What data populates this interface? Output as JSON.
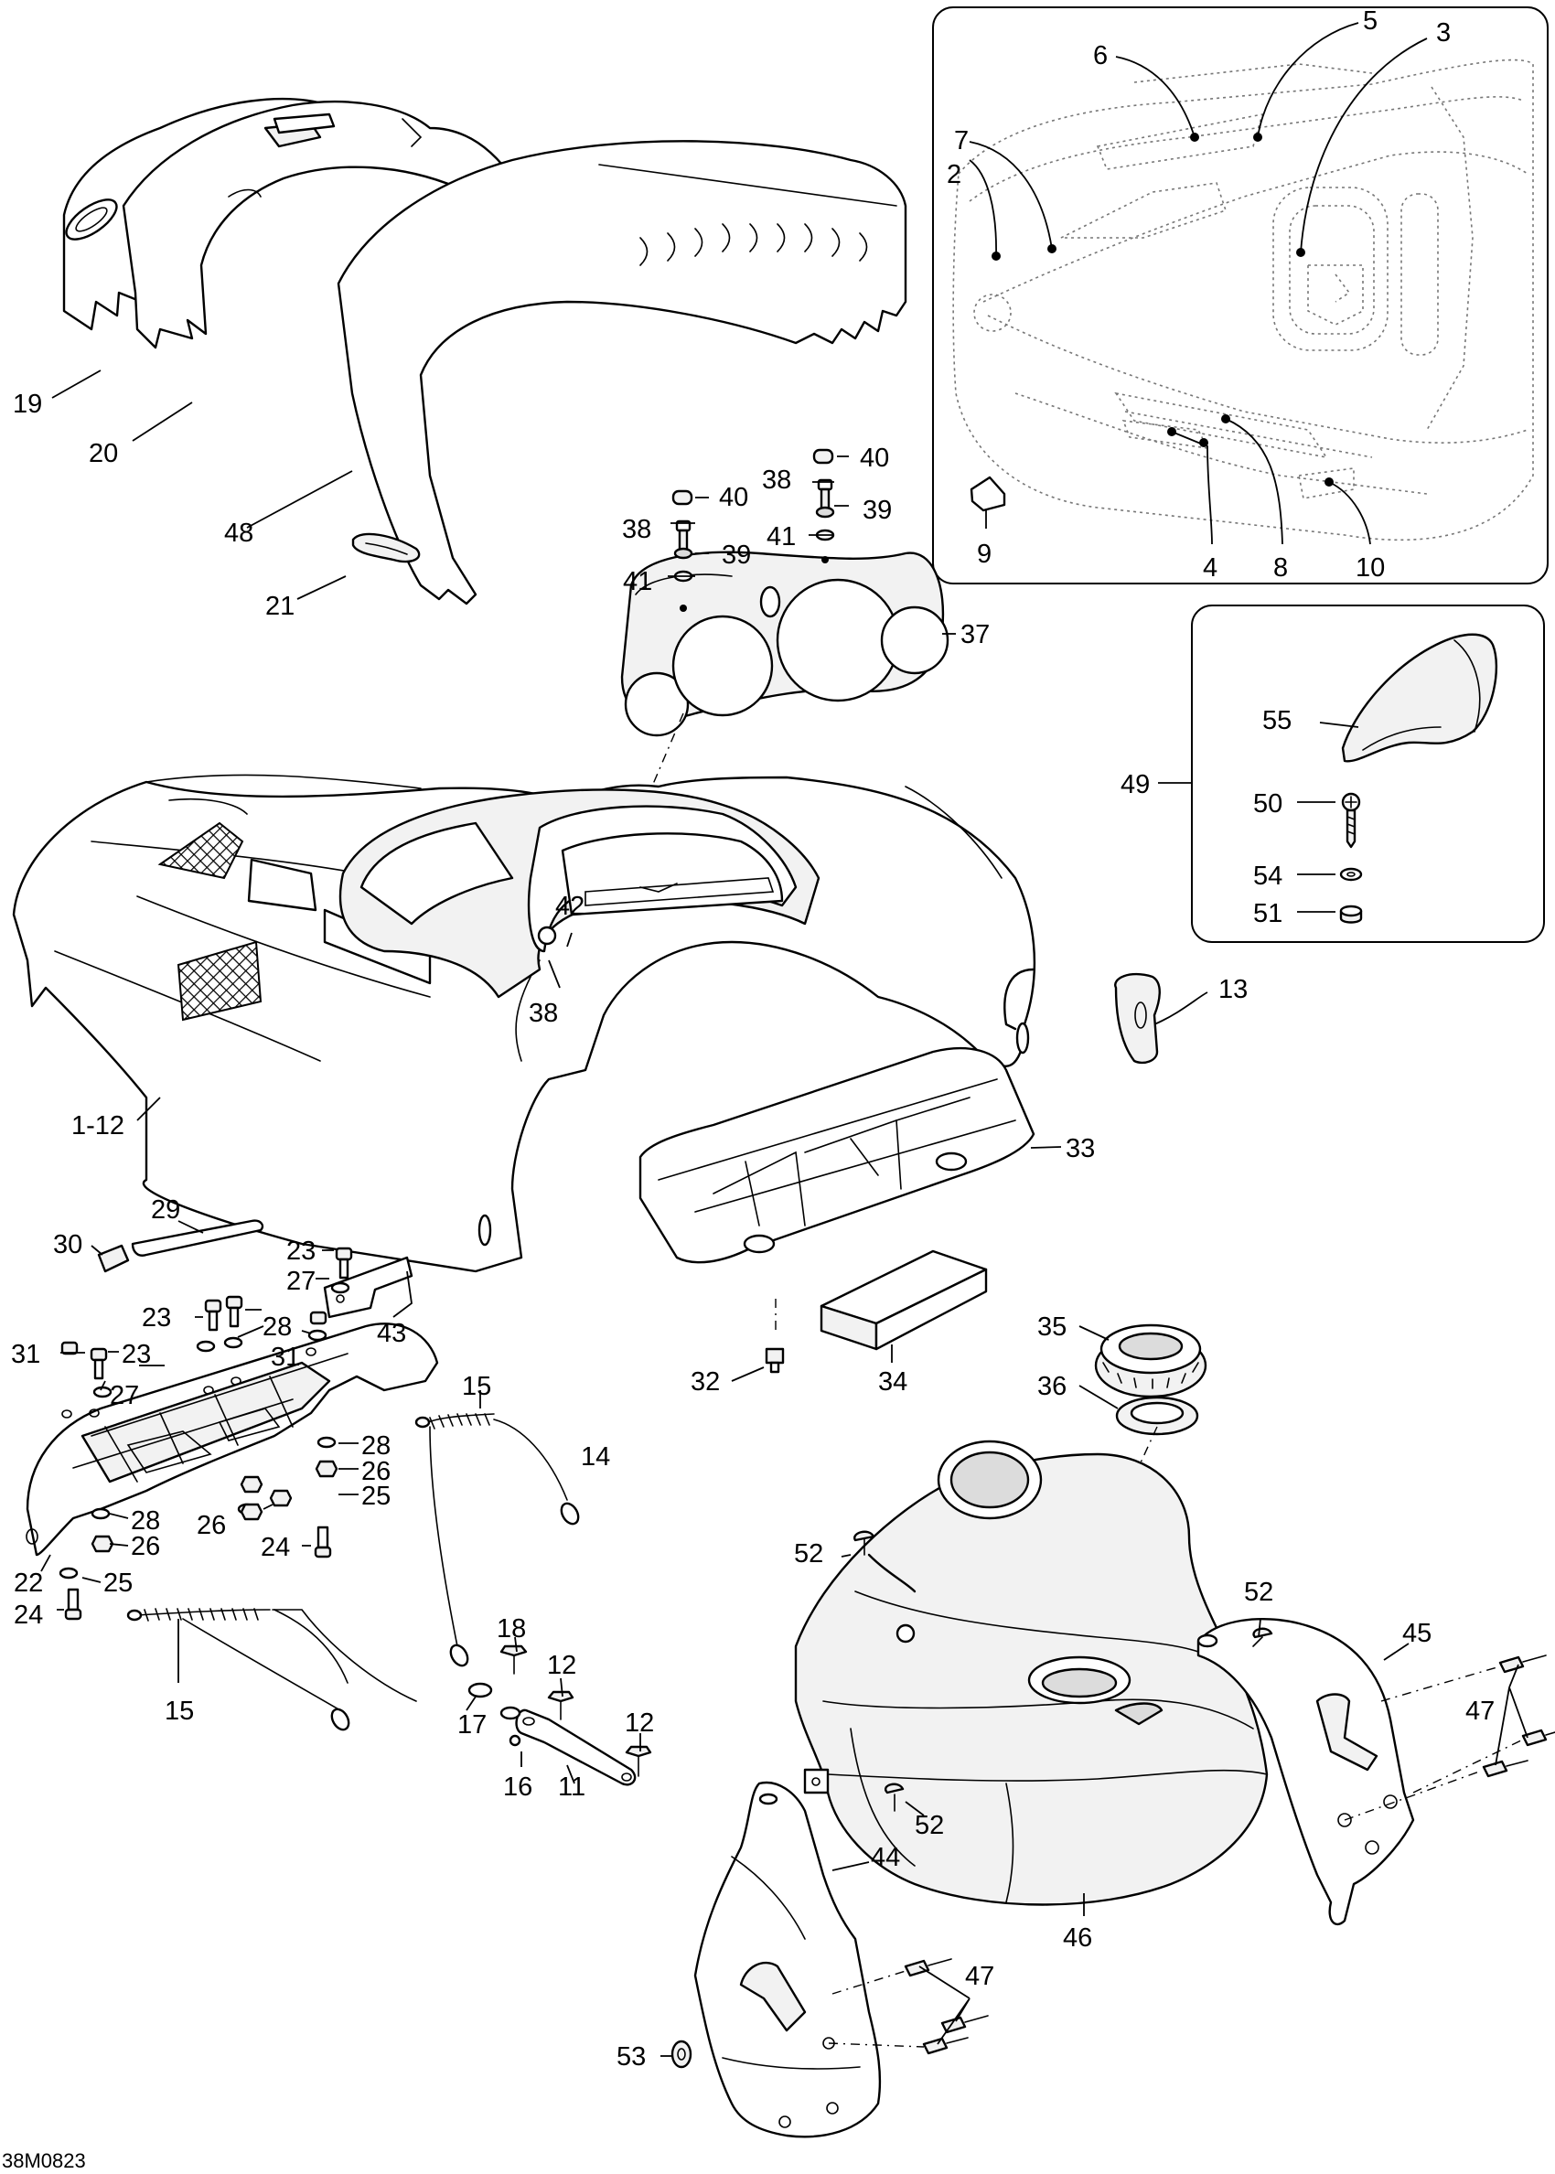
{
  "diagram": {
    "drawing_code": "38M0823",
    "callouts": {
      "c1_12": "1-12",
      "c2": "2",
      "c3": "3",
      "c4": "4",
      "c5": "5",
      "c6": "6",
      "c7": "7",
      "c8": "8",
      "c9": "9",
      "c10": "10",
      "c11": "11",
      "c12a": "12",
      "c12b": "12",
      "c13": "13",
      "c14": "14",
      "c15a": "15",
      "c15b": "15",
      "c16": "16",
      "c17": "17",
      "c18": "18",
      "c19": "19",
      "c20": "20",
      "c21": "21",
      "c22": "22",
      "c23a": "23",
      "c23b": "23",
      "c23c": "23",
      "c24a": "24",
      "c24b": "24",
      "c25a": "25",
      "c25b": "25",
      "c26a": "26",
      "c26b": "26",
      "c26c": "26",
      "c27a": "27",
      "c27b": "27",
      "c28a": "28",
      "c28b": "28",
      "c28c": "28",
      "c29": "29",
      "c30": "30",
      "c31a": "31",
      "c31b": "31",
      "c32": "32",
      "c33": "33",
      "c34": "34",
      "c35": "35",
      "c36": "36",
      "c37": "37",
      "c38a": "38",
      "c38b": "38",
      "c38c": "38",
      "c39a": "39",
      "c39b": "39",
      "c40a": "40",
      "c40b": "40",
      "c41a": "41",
      "c41b": "41",
      "c42": "42",
      "c43": "43",
      "c44": "44",
      "c45": "45",
      "c46": "46",
      "c47a": "47",
      "c47b": "47",
      "c48": "48",
      "c49": "49",
      "c50": "50",
      "c51": "51",
      "c52a": "52",
      "c52b": "52",
      "c52c": "52",
      "c53": "53",
      "c54": "54",
      "c55": "55"
    }
  }
}
